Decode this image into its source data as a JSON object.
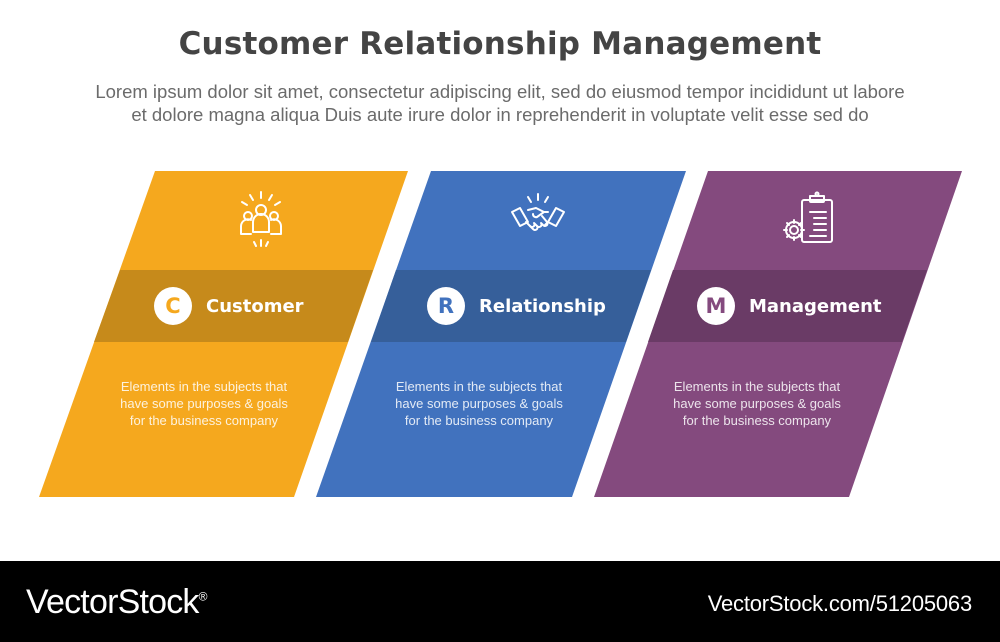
{
  "title": "Customer Relationship Management",
  "subtitle": {
    "line1": "Lorem ipsum dolor sit amet, consectetur adipiscing elit, sed do eiusmod tempor incididunt ut labore",
    "line2": "et dolore magna aliqua Duis aute irure dolor in reprehenderit in voluptate velit esse sed do"
  },
  "cards": [
    {
      "letter": "C",
      "label": "Customer",
      "description": "Elements in the subjects that\nhave  some purposes & goals\nfor the  business company",
      "icon": "people-group-icon",
      "color": "#F5A81E",
      "band_color": "#C68A1B"
    },
    {
      "letter": "R",
      "label": "Relationship",
      "description": "Elements in the subjects that\nhave  some purposes & goals\nfor the  business company",
      "icon": "handshake-icon",
      "color": "#4172BE",
      "band_color": "#365F9A"
    },
    {
      "letter": "M",
      "label": "Management",
      "description": "Elements in the subjects that\nhave  some purposes & goals\nfor the  business company",
      "icon": "clipboard-gear-icon",
      "color": "#844A7E",
      "band_color": "#6A3B66"
    }
  ],
  "footer": {
    "brand": "VectorStock",
    "brand_registered": "®",
    "url": "VectorStock.com/51205063"
  }
}
